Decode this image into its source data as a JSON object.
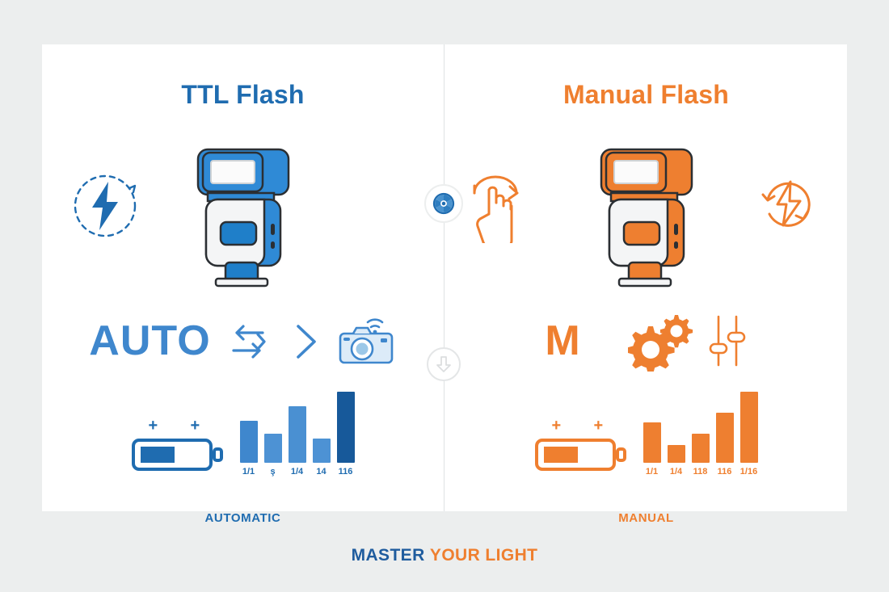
{
  "footer": {
    "first": "MASTER",
    "second": "YOUR LIGHT"
  },
  "center": {
    "aperture_icon": "aperture-icon",
    "down_arrow_icon": "down-arrow-icon"
  },
  "colors": {
    "blue": "#1f6cb0",
    "blue_light": "#3f87cd",
    "blue_dark": "#17599a",
    "orange": "#ef7f2f",
    "page_bg": "#eceeee",
    "card_bg": "#ffffff",
    "divider": "#dfe2e3"
  },
  "panels": [
    {
      "id": "ttl",
      "title": "TTL Flash",
      "mode_text": "AUTO",
      "caption": "AUTOMATIC",
      "icons": {
        "left": "bolt-dashed-circle-icon",
        "right": null,
        "mode_a": "exchange-arrows-icon",
        "mode_b": "chevron-right-icon",
        "mode_c": "camera-wifi-icon",
        "flash": "speedlight-flash-icon",
        "battery": "battery-icon"
      },
      "chart_data": {
        "type": "bar",
        "title": "AUTOMATIC",
        "categories": [
          "1/1",
          "ş",
          "1/4",
          "14",
          "116"
        ],
        "values": [
          52,
          36,
          70,
          30,
          88
        ],
        "ylim": [
          0,
          92
        ],
        "xlabel": "",
        "ylabel": "",
        "grid": false,
        "legend": "none"
      }
    },
    {
      "id": "manual",
      "title": "Manual Flash",
      "mode_text": "M",
      "caption": "MANUAL",
      "icons": {
        "left": "hand-rotate-icon",
        "right": "bolt-refresh-circle-icon",
        "mode_a": "gears-icon",
        "mode_b": "sliders-icon",
        "mode_c": null,
        "flash": "speedlight-flash-icon",
        "battery": "battery-icon"
      },
      "chart_data": {
        "type": "bar",
        "title": "MANUAL",
        "categories": [
          "1/1",
          "1/4",
          "118",
          "116",
          "1/16"
        ],
        "values": [
          50,
          22,
          36,
          62,
          88
        ],
        "ylim": [
          0,
          92
        ],
        "xlabel": "",
        "ylabel": "",
        "grid": false,
        "legend": "none"
      }
    }
  ]
}
